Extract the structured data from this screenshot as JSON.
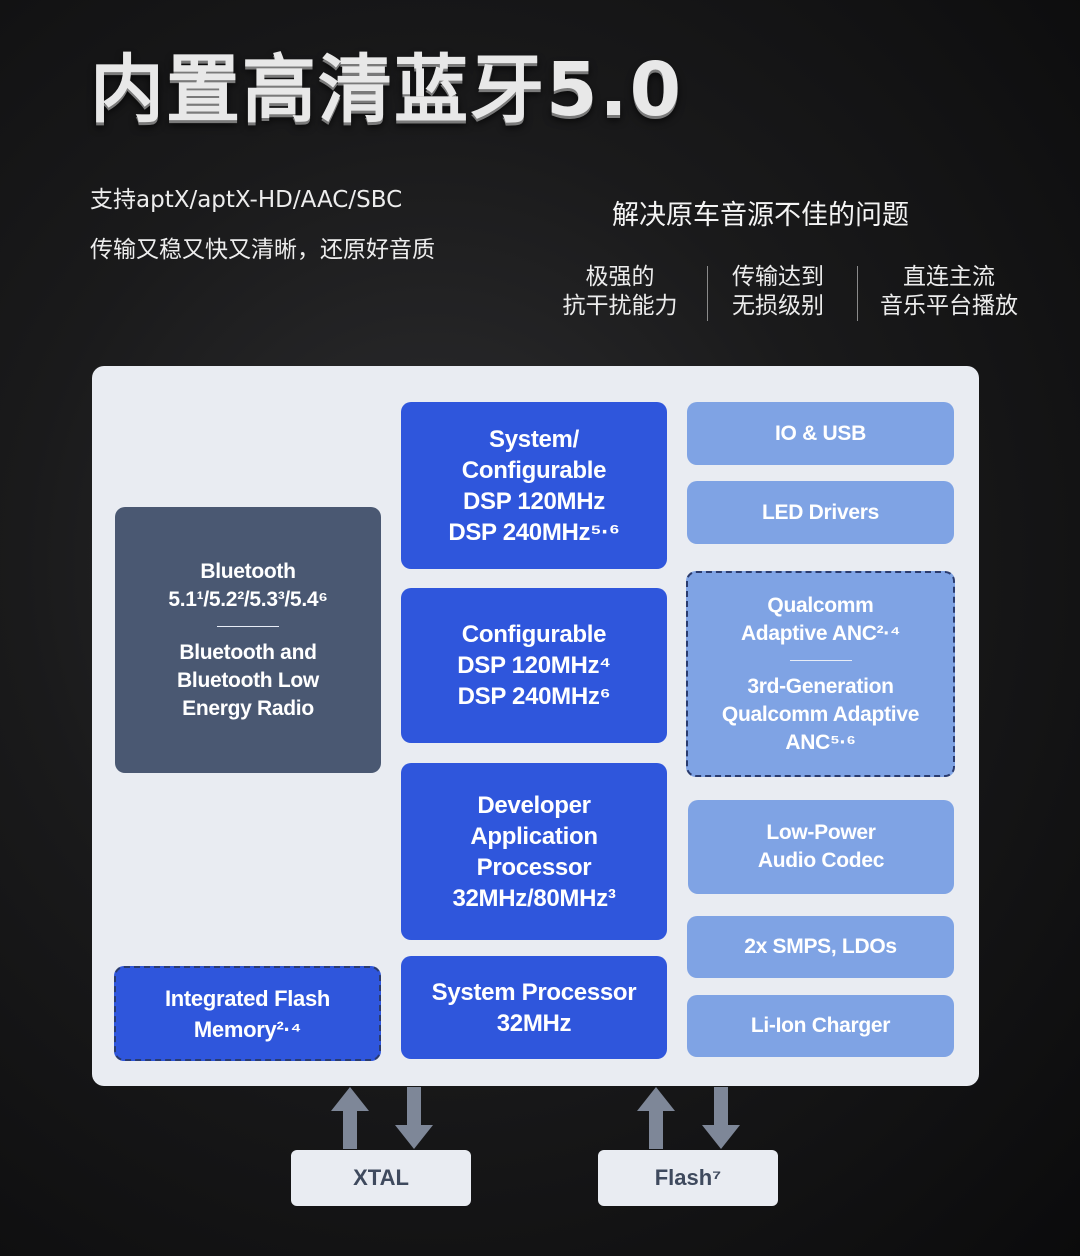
{
  "header": {
    "title": "内置高清蓝牙5.0",
    "subtitle_line1": "支持aptX/aptX-HD/AAC/SBC",
    "subtitle_line2": "传输又稳又快又清晰，还原好音质",
    "headline": "解决原车音源不佳的问题",
    "features": [
      {
        "line1": "极强的",
        "line2": "抗干扰能力"
      },
      {
        "line1": "传输达到",
        "line2": "无损级别"
      },
      {
        "line1": "直连主流",
        "line2": "音乐平台播放"
      }
    ]
  },
  "diagram": {
    "bluetooth": {
      "line1": "Bluetooth",
      "line2": "5.1¹/5.2²/5.3³/5.4⁶",
      "line3": "Bluetooth and",
      "line4": "Bluetooth Low",
      "line5": "Energy Radio"
    },
    "flash_memory": {
      "line1": "Integrated Flash",
      "line2": "Memory²·⁴"
    },
    "dsp_system": {
      "line1": "System/",
      "line2": "Configurable",
      "line3": "DSP 120MHz",
      "line4": "DSP 240MHz⁵·⁶"
    },
    "dsp_config": {
      "line1": "Configurable",
      "line2": "DSP 120MHz⁴",
      "line3": "DSP 240MHz⁶"
    },
    "app_processor": {
      "line1": "Developer",
      "line2": "Application",
      "line3": "Processor",
      "line4": "32MHz/80MHz³"
    },
    "sys_processor": {
      "line1": "System Processor",
      "line2": "32MHz"
    },
    "io_usb": "IO & USB",
    "led_drivers": "LED Drivers",
    "anc": {
      "line1": "Qualcomm",
      "line2": "Adaptive ANC²·⁴",
      "line3": "3rd-Generation",
      "line4": "Qualcomm Adaptive",
      "line5": "ANC⁵·⁶"
    },
    "codec": {
      "line1": "Low-Power",
      "line2": "Audio Codec"
    },
    "smps": "2x SMPS, LDOs",
    "charger": "Li-Ion Charger",
    "xtal": "XTAL",
    "flash_ext": "Flash⁷"
  },
  "colors": {
    "dsp_blue": "#2f56dc",
    "peripheral_blue": "#7fa3e4",
    "radio_slate": "#4a5872",
    "panel": "#e9ecf2",
    "arrow_gray": "#7e8798"
  }
}
